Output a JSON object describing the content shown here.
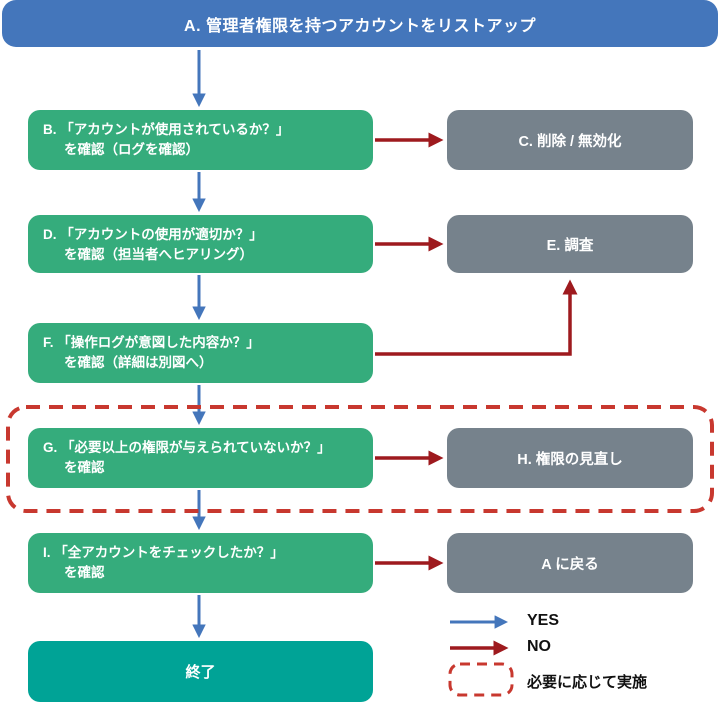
{
  "title": {
    "label": "A. 管理者権限を持つアカウントをリストアップ"
  },
  "flow": {
    "left_boxes": [
      {
        "id": "B",
        "line1": "B. 「アカウントが使用されているか？」",
        "line2": "を確認（ログを確認）"
      },
      {
        "id": "D",
        "line1": "D. 「アカウントの使用が適切か？」",
        "line2": "を確認（担当者へヒアリング）"
      },
      {
        "id": "F",
        "line1": "F. 「操作ログが意図した内容か？」",
        "line2": "を確認（詳細は別図へ）"
      },
      {
        "id": "G",
        "line1": "G. 「必要以上の権限が与えられていないか？」",
        "line2": "を確認"
      },
      {
        "id": "I",
        "line1": "I. 「全アカウントをチェックしたか？」",
        "line2": "を確認"
      }
    ],
    "right_boxes": [
      {
        "id": "C",
        "label": "C. 削除 / 無効化"
      },
      {
        "id": "E",
        "label": "E. 調査"
      },
      {
        "id": "H",
        "label": "H. 権限の見直し"
      },
      {
        "id": "return-to-a",
        "label": "A に戻る"
      }
    ],
    "end_box": {
      "label": "終了"
    }
  },
  "legend": {
    "yes_label": "YES",
    "no_label": "NO",
    "dashed_label": "必要に応じて実施"
  },
  "colors": {
    "header_blue": "#4476BB",
    "arrow_blue": "#4476BB",
    "box_green": "#35AC7C",
    "box_gray": "#76828C",
    "box_teal": "#00A396",
    "arrow_red": "#9E1A1E",
    "dashed_red": "#C8382F"
  }
}
